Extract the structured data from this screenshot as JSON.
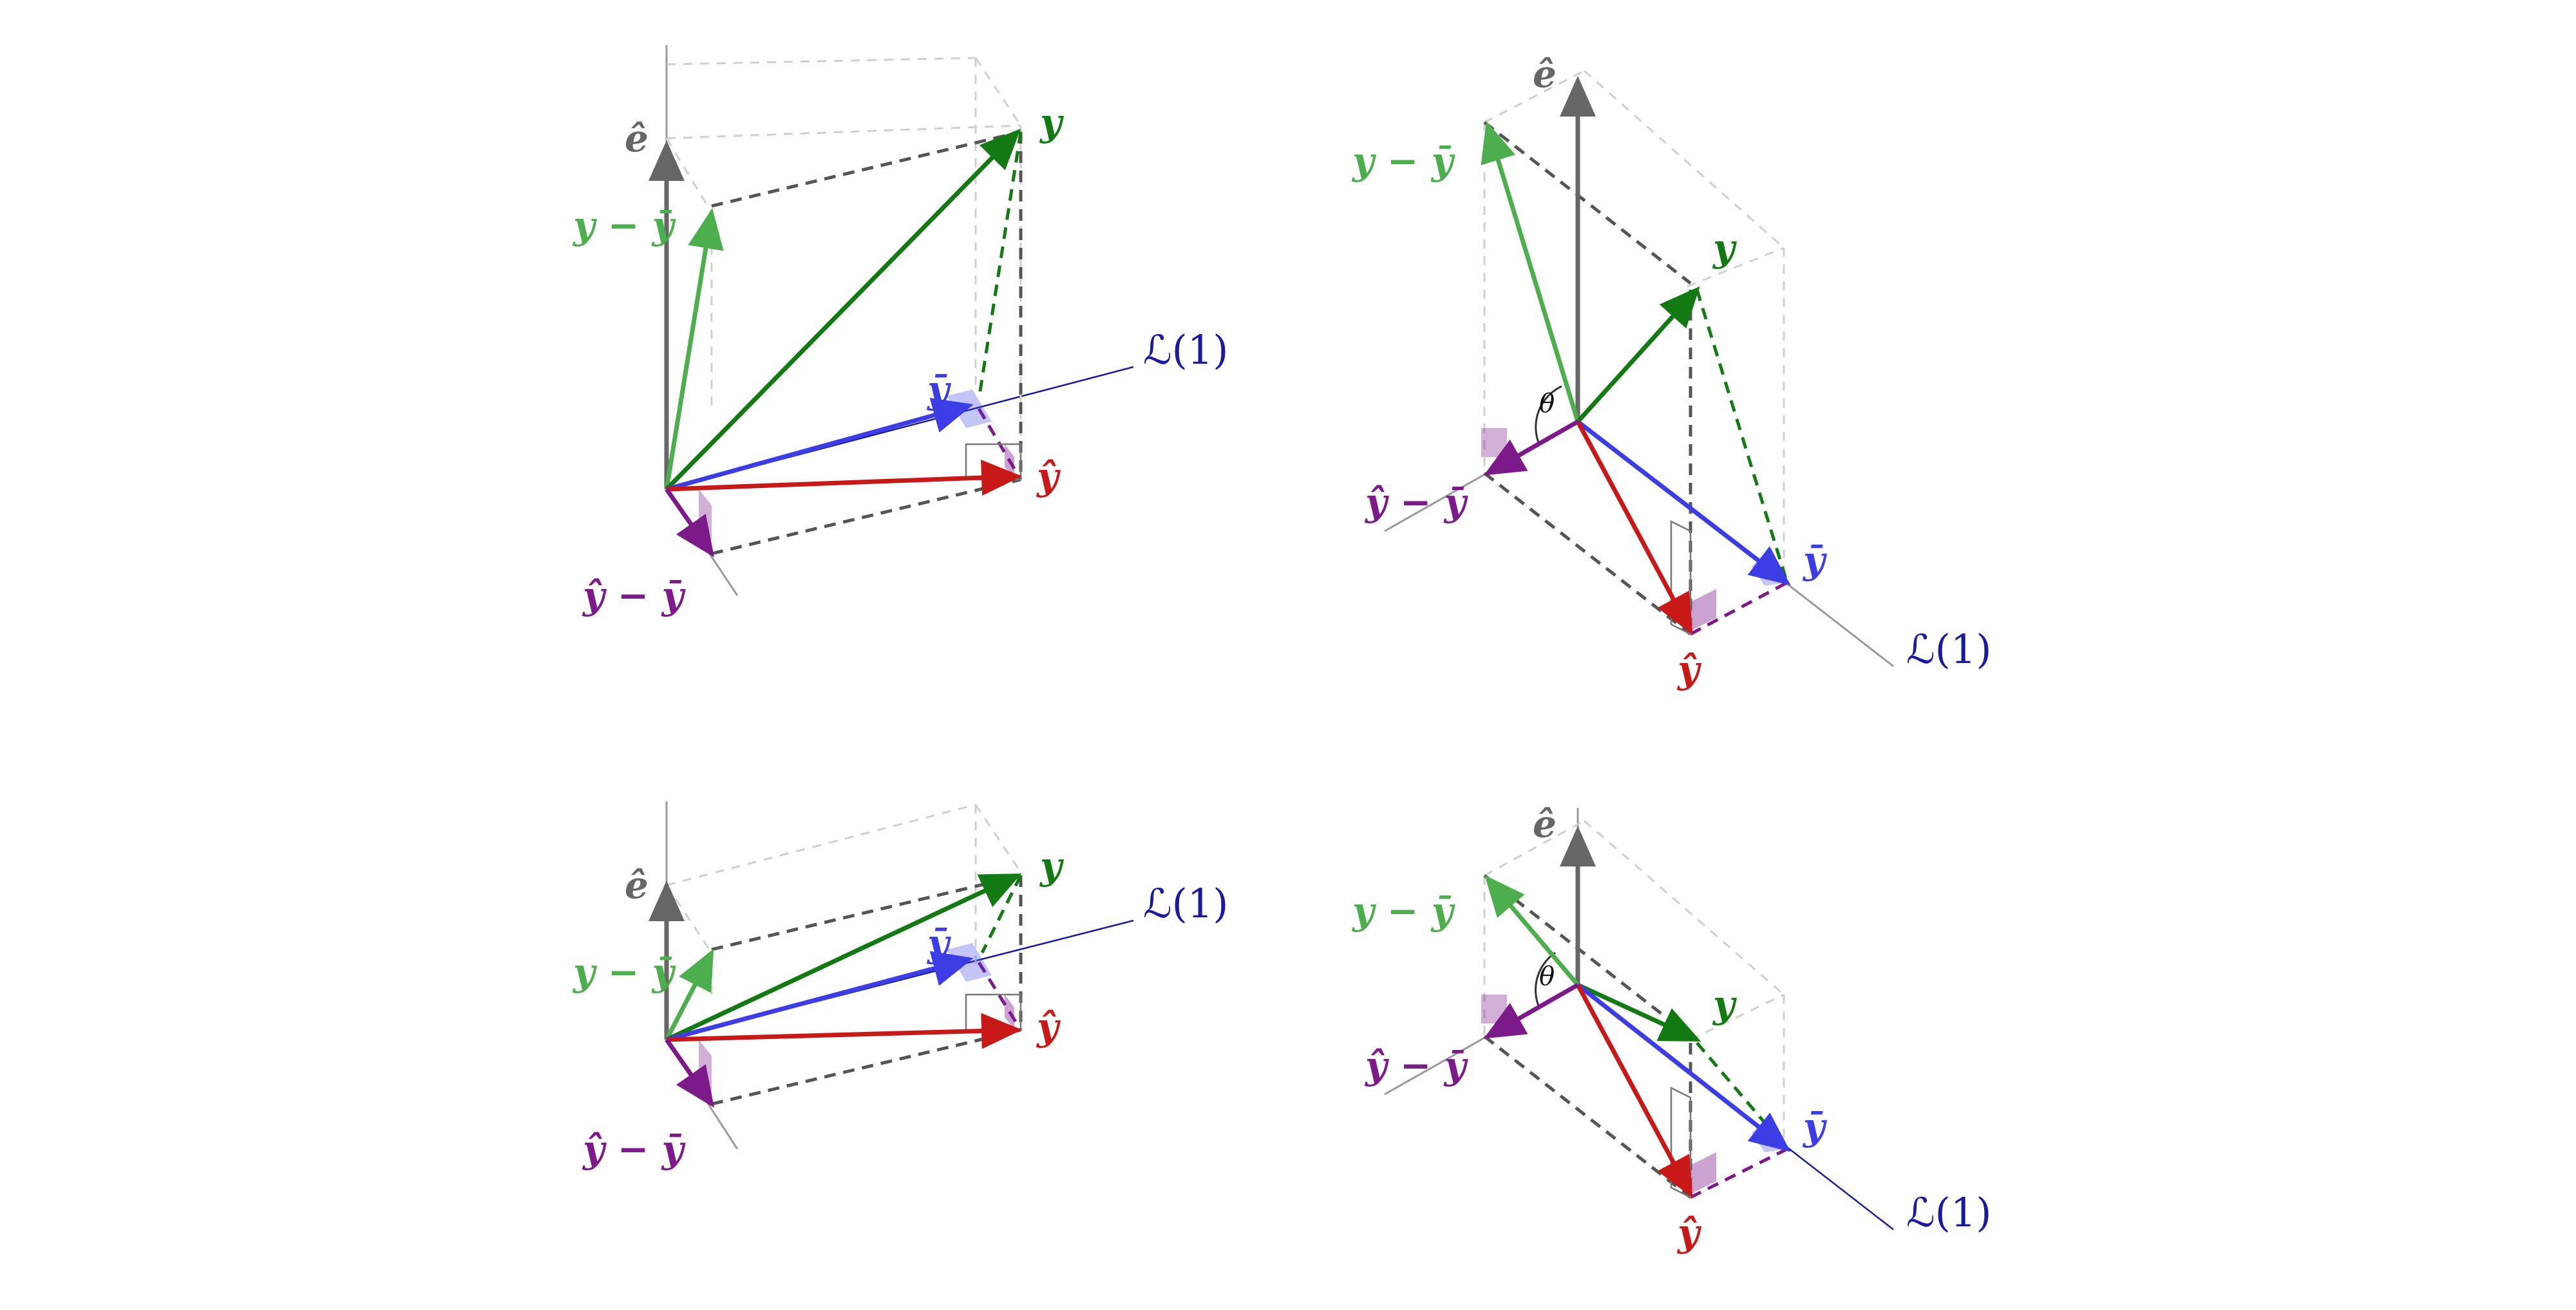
{
  "colors": {
    "y": "#137a13",
    "y_minus_ybar": "#4cae4c",
    "ybar": "#3d3de6",
    "yhat": "#c81818",
    "yhat_minus_ybar": "#7d1a8a",
    "e_hat": "#666666",
    "line_L1": "#1a1aa0",
    "guide": "#cfcfcf"
  },
  "labels": {
    "e_hat": "ê",
    "y": "y",
    "y_minus_ybar": "y − ȳ",
    "ybar": "ȳ",
    "yhat": "ŷ",
    "yhat_minus_ybar": "ŷ − ȳ",
    "L1": "ℒ(1)",
    "theta": "θ"
  }
}
